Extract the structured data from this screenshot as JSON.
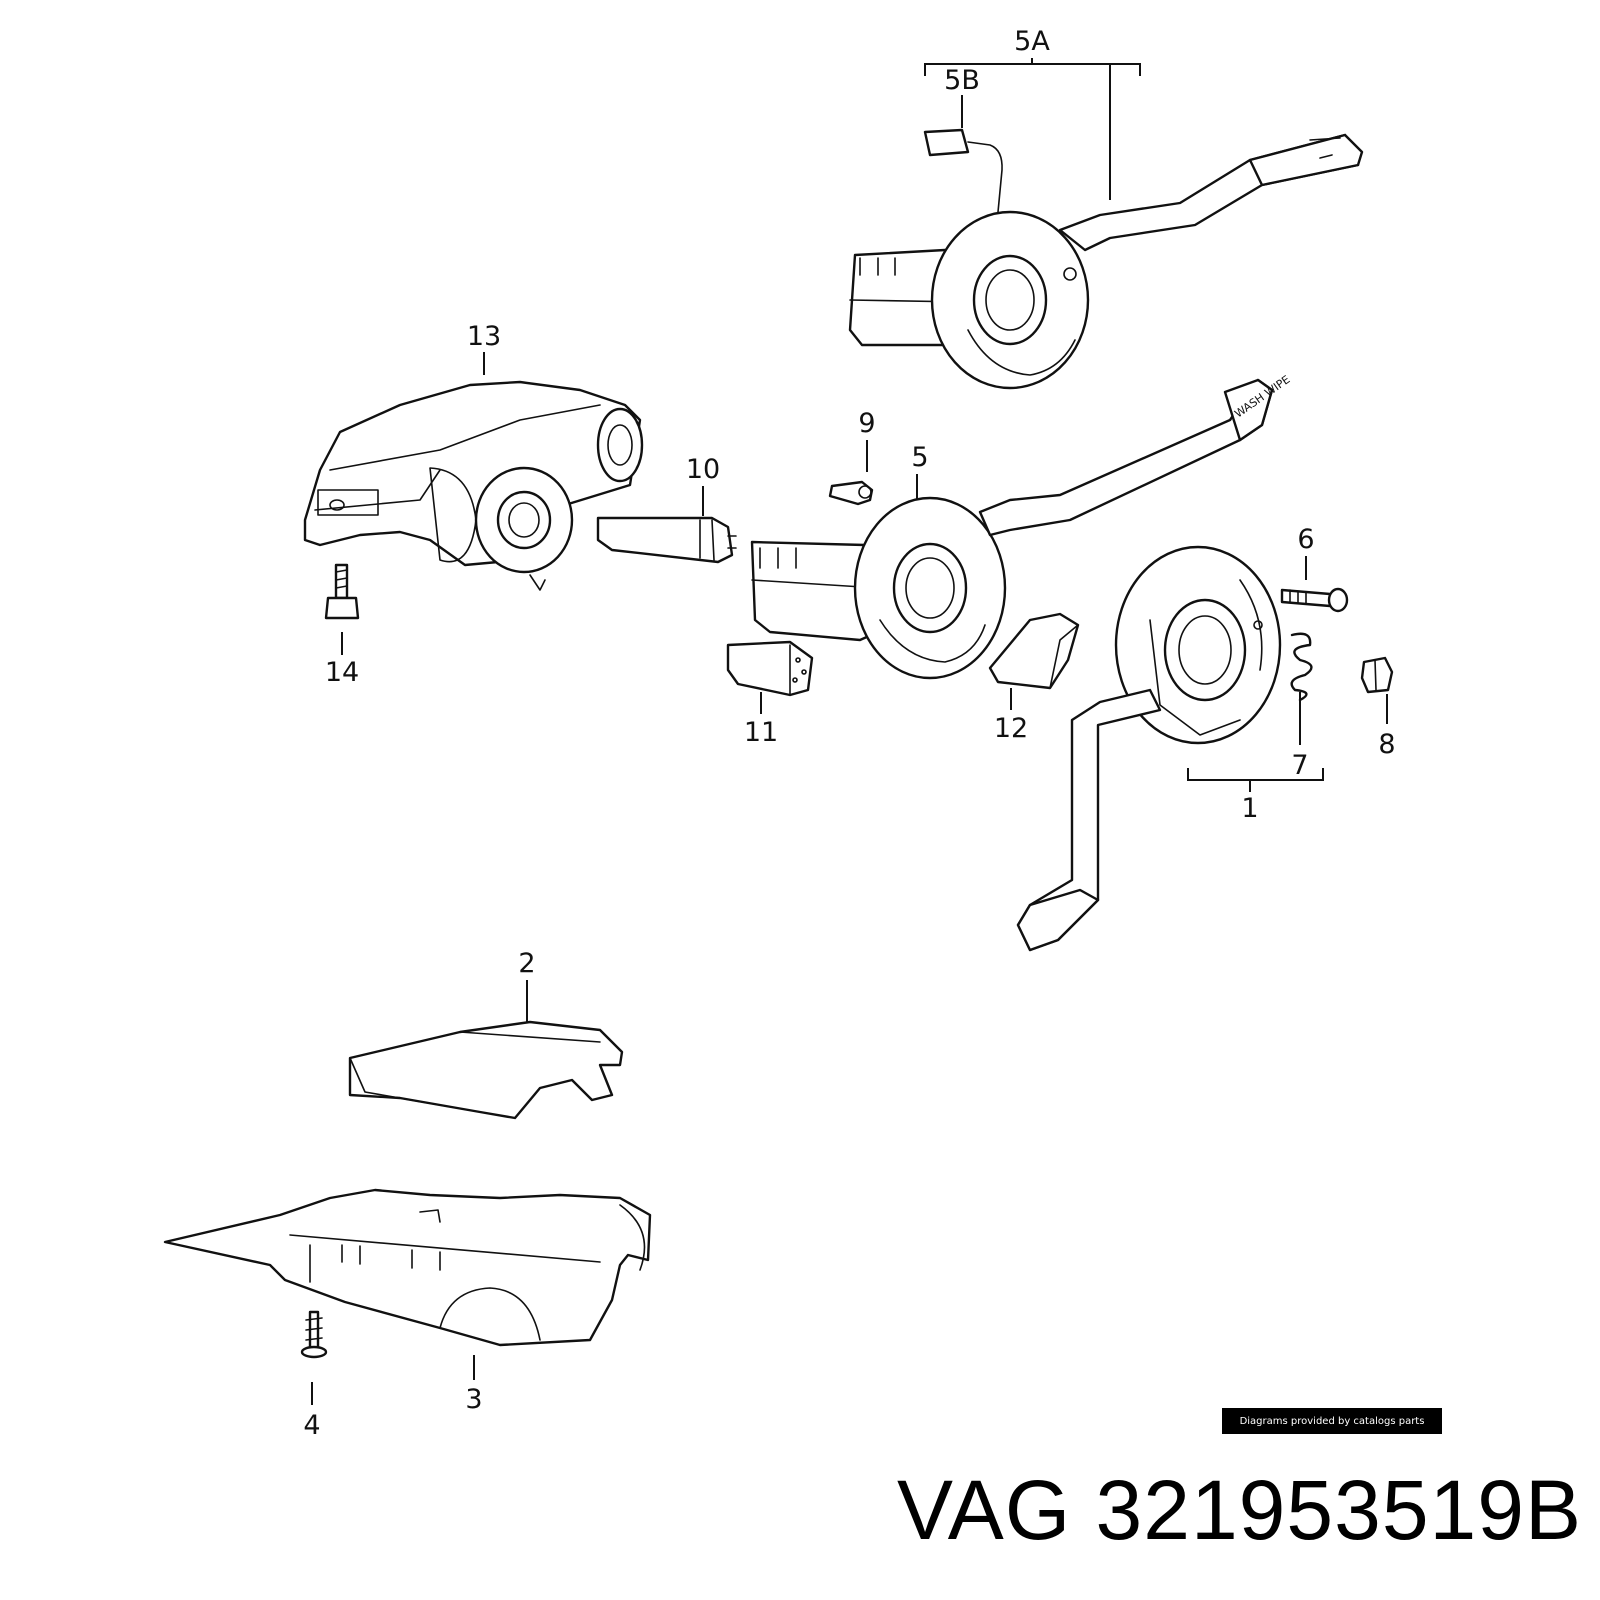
{
  "diagram": {
    "callouts": [
      {
        "id": "5A",
        "text": "5A"
      },
      {
        "id": "5B",
        "text": "5B"
      },
      {
        "id": "13",
        "text": "13"
      },
      {
        "id": "9",
        "text": "9"
      },
      {
        "id": "10",
        "text": "10"
      },
      {
        "id": "5",
        "text": "5"
      },
      {
        "id": "6",
        "text": "6"
      },
      {
        "id": "14",
        "text": "14"
      },
      {
        "id": "11",
        "text": "11"
      },
      {
        "id": "12",
        "text": "12"
      },
      {
        "id": "7",
        "text": "7"
      },
      {
        "id": "8",
        "text": "8"
      },
      {
        "id": "1",
        "text": "1"
      },
      {
        "id": "2",
        "text": "2"
      },
      {
        "id": "3",
        "text": "3"
      },
      {
        "id": "4",
        "text": "4"
      }
    ],
    "lever_labels": {
      "washer_lever": "WASH WIPE"
    }
  },
  "attribution": "Diagrams provided by catalogs parts",
  "part_number": "VAG 321953519B"
}
